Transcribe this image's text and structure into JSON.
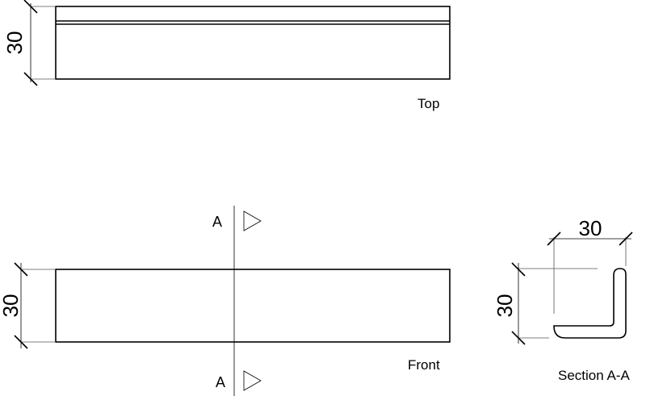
{
  "views": {
    "top": {
      "label": "Top",
      "dimension": "30"
    },
    "front": {
      "label": "Front",
      "dimension": "30"
    },
    "section": {
      "label": "Section A-A",
      "width_dimension": "30",
      "height_dimension": "30"
    }
  },
  "section_marker": {
    "top_letter": "A",
    "bottom_letter": "A"
  }
}
